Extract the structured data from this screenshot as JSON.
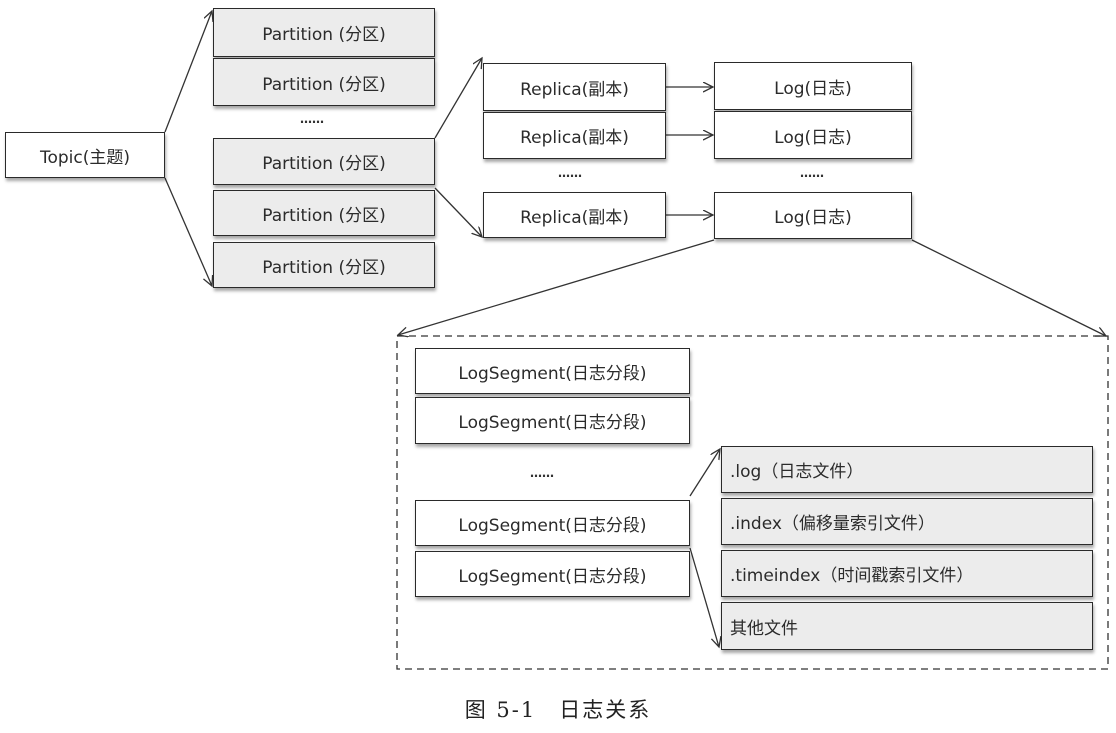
{
  "topic": {
    "label": "Topic(主题)"
  },
  "partitions": [
    {
      "label": "Partition (分区)"
    },
    {
      "label": "Partition (分区)"
    },
    {
      "label": "Partition (分区)"
    },
    {
      "label": "Partition (分区)"
    },
    {
      "label": "Partition (分区)"
    }
  ],
  "replicas": [
    {
      "label": "Replica(副本)"
    },
    {
      "label": "Replica(副本)"
    },
    {
      "label": "Replica(副本)"
    }
  ],
  "logs": [
    {
      "label": "Log(日志)"
    },
    {
      "label": "Log(日志)"
    },
    {
      "label": "Log(日志)"
    }
  ],
  "log_segments": [
    {
      "label": "LogSegment(日志分段)"
    },
    {
      "label": "LogSegment(日志分段)"
    },
    {
      "label": "LogSegment(日志分段)"
    },
    {
      "label": "LogSegment(日志分段)"
    }
  ],
  "segment_files": [
    {
      "label": ".log（日志文件）"
    },
    {
      "label": ".index（偏移量索引文件）"
    },
    {
      "label": ".timeindex（时间戳索引文件）"
    },
    {
      "label": "其他文件"
    }
  ],
  "ellipsis": "……",
  "caption": "图 5-1　日志关系"
}
